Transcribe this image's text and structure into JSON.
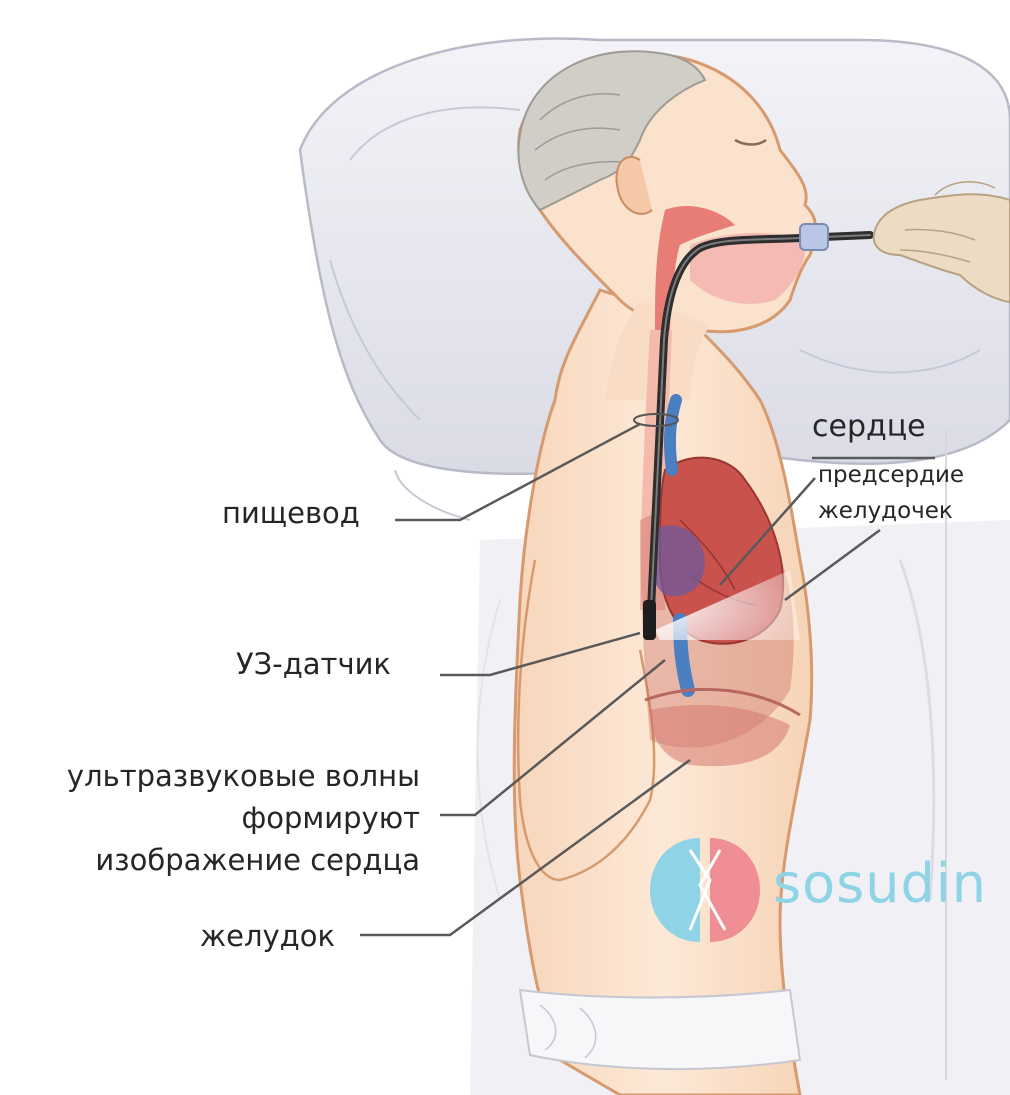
{
  "labels": {
    "heart": "сердце",
    "atrium": "предсердие",
    "ventricle": "желудочек",
    "esophagus": "пищевод",
    "probe": "УЗ-датчик",
    "waves_line1": "ультразвуковые волны",
    "waves_line2": "формируют",
    "waves_line3": "изображение сердца",
    "stomach": "желудок"
  },
  "logo": {
    "text": "sosudin",
    "color_text": "#8ed3e6",
    "color_left": "#8ed3e6",
    "color_right": "#ef8f95"
  },
  "colors": {
    "skin": "#fbe6d2",
    "skin_outline": "#d69a6e",
    "hair": "#cfcbc5",
    "pillow": "#eaeaf2",
    "heart_red": "#c9524c",
    "vessel_blue": "#4a7fc1",
    "tube": "#333333",
    "glove": "#ecdcc2"
  }
}
